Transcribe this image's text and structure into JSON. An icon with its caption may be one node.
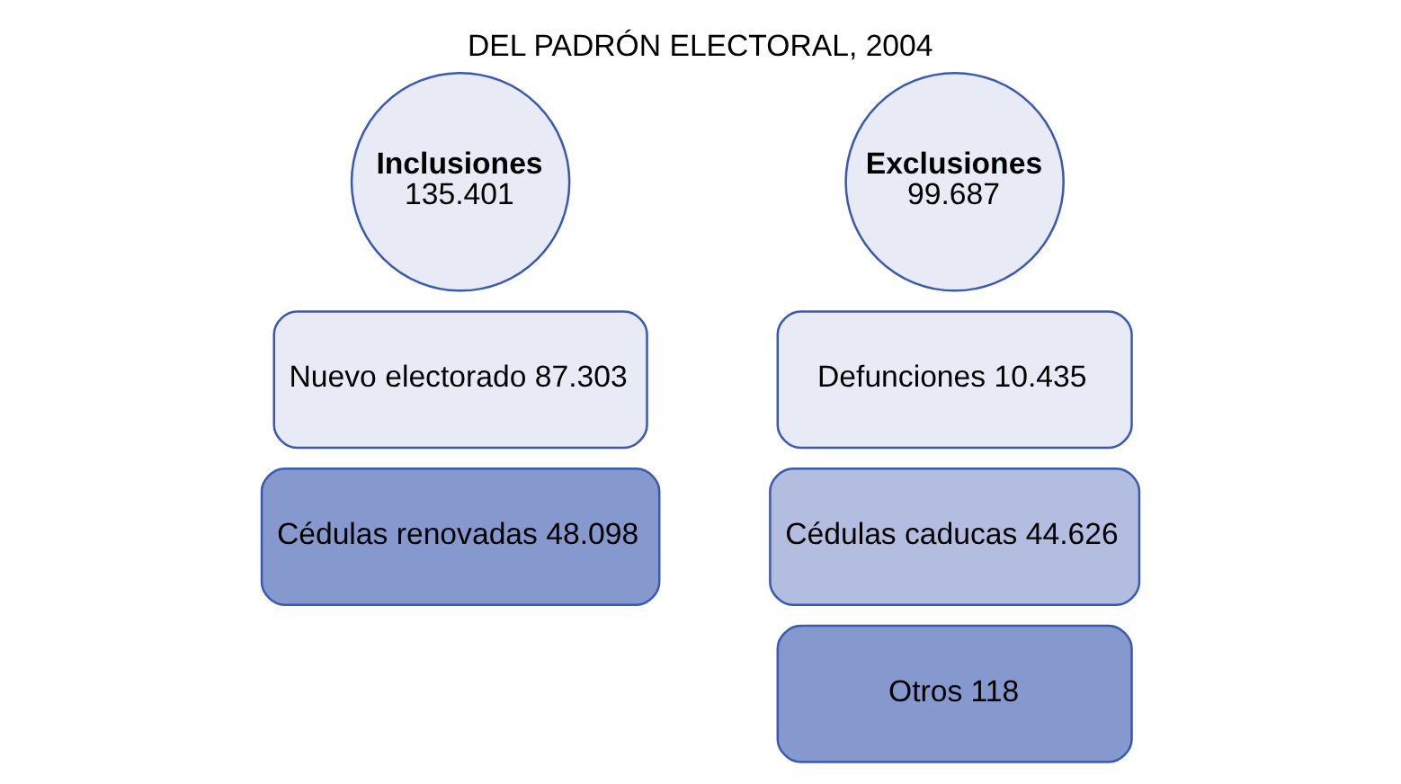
{
  "diagram": {
    "title": "DEL PADRÓN ELECTORAL, 2004",
    "nodes": [
      {
        "text": [
          "Inclusiones",
          "135.401"
        ]
      },
      {
        "text": [
          "Nuevo electorado 87.303"
        ]
      },
      {
        "text": [
          "Cédulas renovadas 48.098"
        ]
      },
      {
        "text": [
          "Exclusiones",
          "99.687"
        ]
      },
      {
        "text": [
          "Defunciones 10.435"
        ]
      },
      {
        "text": [
          "Cédulas caducas 44.626"
        ]
      },
      {
        "text": [
          "Otros 118"
        ]
      }
    ]
  }
}
